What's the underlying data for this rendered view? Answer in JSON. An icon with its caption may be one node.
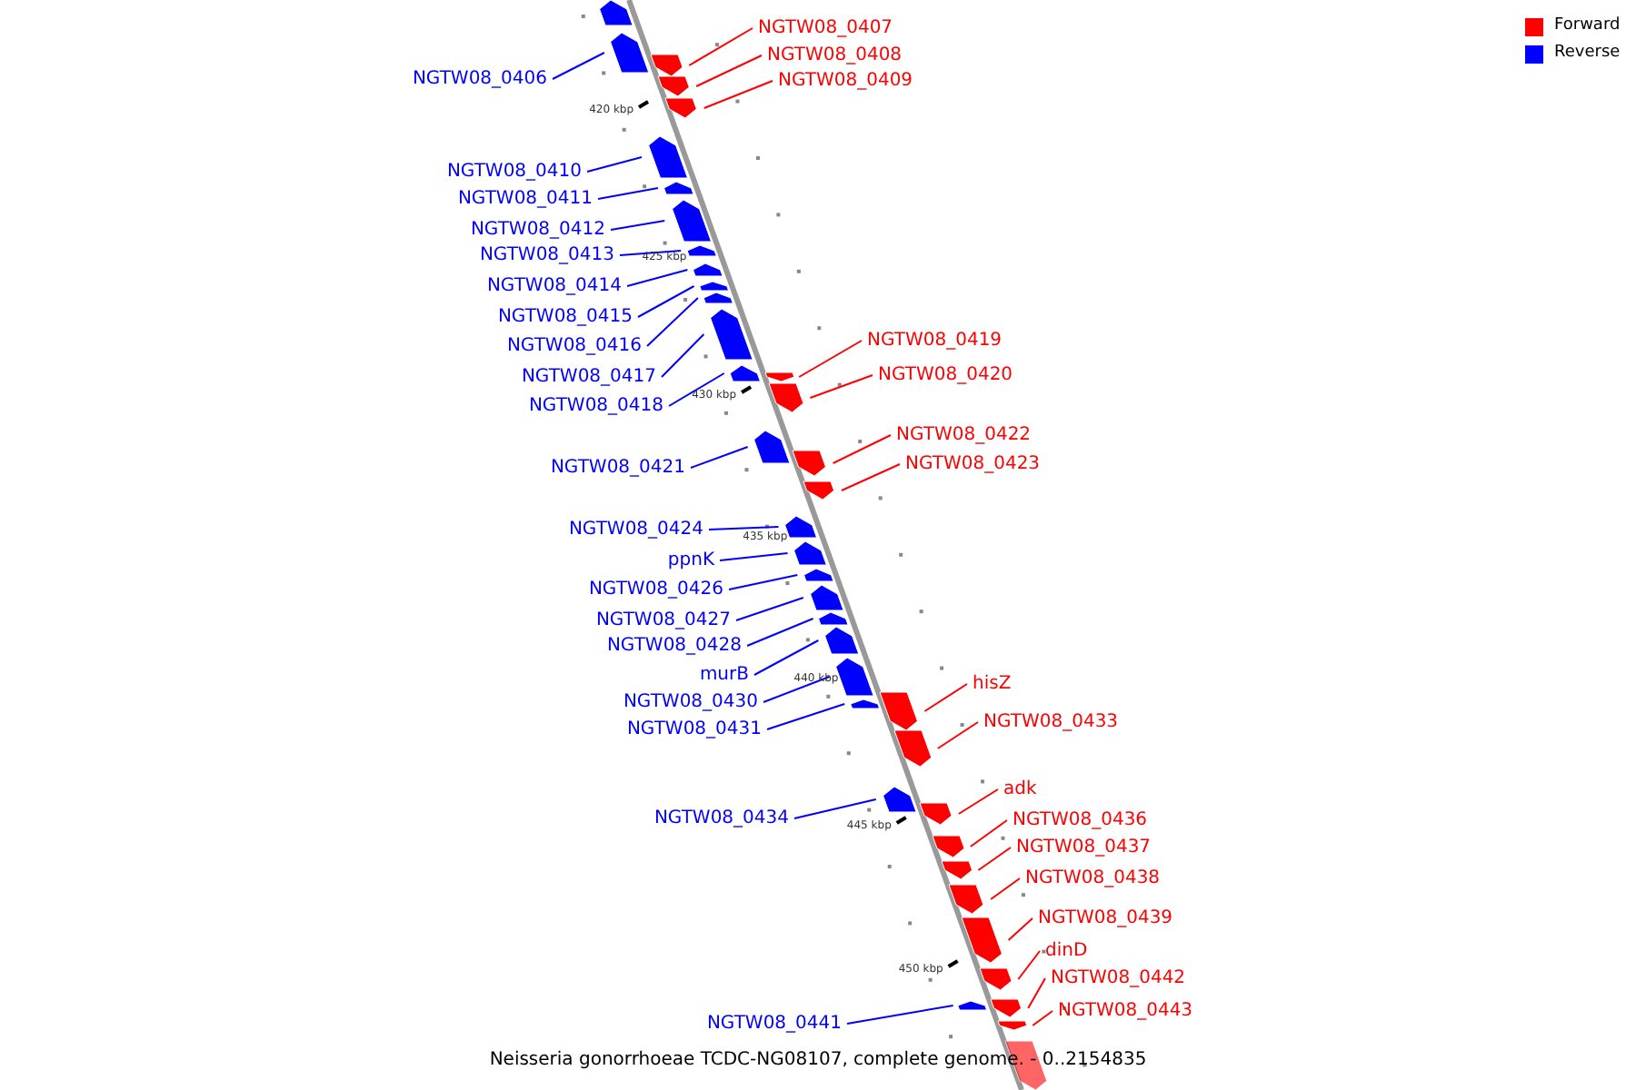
{
  "diagram": {
    "caption": "Neisseria gonorrhoeae TCDC-NG08107, complete genome. - 0..2154835",
    "nodes": [
      {
        "text": [
          "NGTW08_0407"
        ]
      },
      {
        "text": [],
        "shape": "arrow"
      },
      {
        "text": [
          "NGTW08_0408"
        ]
      },
      {
        "text": [],
        "shape": "arrow"
      },
      {
        "text": [
          "NGTW08_0406"
        ]
      },
      {
        "text": [],
        "shape": "arrow"
      },
      {
        "text": [
          "NGTW08_0409"
        ]
      },
      {
        "text": [],
        "shape": "arrow"
      },
      {
        "text": [
          "NGTW08_0410"
        ]
      },
      {
        "text": [],
        "shape": "arrow"
      },
      {
        "text": [
          "NGTW08_0411"
        ]
      },
      {
        "text": [],
        "shape": "arrow"
      },
      {
        "text": [
          "NGTW08_0412"
        ]
      },
      {
        "text": [],
        "shape": "arrow"
      },
      {
        "text": [
          "NGTW08_0413"
        ]
      },
      {
        "text": [],
        "shape": "arrow"
      },
      {
        "text": [
          "NGTW08_0414"
        ]
      },
      {
        "text": [],
        "shape": "arrow"
      },
      {
        "text": [
          "NGTW08_0415"
        ]
      },
      {
        "text": [],
        "shape": "arrow"
      },
      {
        "text": [
          "NGTW08_0419"
        ]
      },
      {
        "text": [],
        "shape": "arrow"
      },
      {
        "text": [
          "NGTW08_0416"
        ]
      },
      {
        "text": [],
        "shape": "arrow"
      },
      {
        "text": [
          "NGTW08_0420"
        ]
      },
      {
        "text": [],
        "shape": "arrow"
      },
      {
        "text": [
          "NGTW08_0417"
        ]
      },
      {
        "text": [],
        "shape": "arrow"
      },
      {
        "text": [
          "NGTW08_0418"
        ]
      },
      {
        "text": [],
        "shape": "arrow"
      },
      {
        "text": [
          "NGTW08_0422"
        ]
      },
      {
        "text": [],
        "shape": "arrow"
      },
      {
        "text": [
          "NGTW08_0423"
        ]
      },
      {
        "text": [],
        "shape": "arrow"
      },
      {
        "text": [
          "NGTW08_0421"
        ]
      },
      {
        "text": [],
        "shape": "arrow"
      },
      {
        "text": [
          "NGTW08_0424"
        ]
      },
      {
        "text": [],
        "shape": "arrow"
      },
      {
        "text": [
          "ppnK"
        ]
      },
      {
        "text": [],
        "shape": "arrow"
      },
      {
        "text": [
          "NGTW08_0426"
        ]
      },
      {
        "text": [],
        "shape": "arrow"
      },
      {
        "text": [
          "NGTW08_0427"
        ]
      },
      {
        "text": [],
        "shape": "arrow"
      },
      {
        "text": [
          "NGTW08_0428"
        ]
      },
      {
        "text": [],
        "shape": "arrow"
      },
      {
        "text": [
          "murB"
        ]
      },
      {
        "text": [],
        "shape": "arrow"
      },
      {
        "text": [
          "hisZ"
        ]
      },
      {
        "text": [],
        "shape": "arrow"
      },
      {
        "text": [
          "NGTW08_0430"
        ]
      },
      {
        "text": [],
        "shape": "arrow"
      },
      {
        "text": [
          "NGTW08_0433"
        ]
      },
      {
        "text": [],
        "shape": "arrow"
      },
      {
        "text": [
          "NGTW08_0431"
        ]
      },
      {
        "text": [],
        "shape": "arrow"
      },
      {
        "text": [
          "adk"
        ]
      },
      {
        "text": [],
        "shape": "arrow"
      },
      {
        "text": [
          "NGTW08_0434"
        ]
      },
      {
        "text": [],
        "shape": "arrow"
      },
      {
        "text": [
          "NGTW08_0436"
        ]
      },
      {
        "text": [],
        "shape": "arrow"
      },
      {
        "text": [
          "NGTW08_0437"
        ]
      },
      {
        "text": [],
        "shape": "arrow"
      },
      {
        "text": [
          "NGTW08_0438"
        ]
      },
      {
        "text": [],
        "shape": "arrow"
      },
      {
        "text": [
          "NGTW08_0439"
        ]
      },
      {
        "text": [],
        "shape": "arrow"
      },
      {
        "text": [
          "dinD"
        ]
      },
      {
        "text": [],
        "shape": "arrow"
      },
      {
        "text": [
          "NGTW08_0442"
        ]
      },
      {
        "text": [],
        "shape": "arrow"
      },
      {
        "text": [
          "NGTW08_0443"
        ]
      },
      {
        "text": [],
        "shape": "arrow"
      },
      {
        "text": [
          "NGTW08_0441"
        ]
      },
      {
        "text": [],
        "shape": "arrow"
      },
      {
        "text": [],
        "shape": "arrow"
      },
      {
        "text": [],
        "shape": "arrow"
      }
    ],
    "edges": [
      {
        "from": 0,
        "to": 1,
        "arrow": "none",
        "color": "#ff0000"
      },
      {
        "from": 2,
        "to": 3,
        "arrow": "none",
        "color": "#ff0000"
      },
      {
        "from": 4,
        "to": 5,
        "arrow": "none"
      },
      {
        "from": 6,
        "to": 7,
        "arrow": "none",
        "color": "#ff0000"
      },
      {
        "from": 8,
        "to": 9,
        "arrow": "none"
      },
      {
        "from": 10,
        "to": 11,
        "arrow": "none"
      },
      {
        "from": 12,
        "to": 13,
        "arrow": "none"
      },
      {
        "from": 14,
        "to": 15,
        "arrow": "none"
      },
      {
        "from": 16,
        "to": 17,
        "arrow": "none"
      },
      {
        "from": 18,
        "to": 19,
        "arrow": "none"
      },
      {
        "from": 20,
        "to": 21,
        "arrow": "none",
        "color": "#ff0000"
      },
      {
        "from": 22,
        "to": 23,
        "arrow": "none"
      },
      {
        "from": 24,
        "to": 25,
        "arrow": "none",
        "color": "#ff0000"
      },
      {
        "from": 26,
        "to": 27,
        "arrow": "none"
      },
      {
        "from": 28,
        "to": 29,
        "arrow": "none"
      },
      {
        "from": 30,
        "to": 31,
        "arrow": "none",
        "color": "#ff0000"
      },
      {
        "from": 32,
        "to": 33,
        "arrow": "none",
        "color": "#ff0000"
      },
      {
        "from": 34,
        "to": 35,
        "arrow": "none"
      },
      {
        "from": 36,
        "to": 37,
        "arrow": "none"
      },
      {
        "from": 38,
        "to": 39,
        "arrow": "none"
      },
      {
        "from": 40,
        "to": 41,
        "arrow": "none"
      },
      {
        "from": 42,
        "to": 43,
        "arrow": "none"
      },
      {
        "from": 44,
        "to": 45,
        "arrow": "none"
      },
      {
        "from": 46,
        "to": 47,
        "arrow": "none"
      },
      {
        "from": 48,
        "to": 49,
        "arrow": "none",
        "color": "#ff0000"
      },
      {
        "from": 50,
        "to": 51,
        "arrow": "none"
      },
      {
        "from": 52,
        "to": 53,
        "arrow": "none",
        "color": "#ff0000"
      },
      {
        "from": 54,
        "to": 55,
        "arrow": "none"
      },
      {
        "from": 56,
        "to": 57,
        "arrow": "none",
        "color": "#ff0000"
      },
      {
        "from": 58,
        "to": 59,
        "arrow": "none"
      },
      {
        "from": 60,
        "to": 61,
        "arrow": "none",
        "color": "#ff0000"
      },
      {
        "from": 62,
        "to": 63,
        "arrow": "none",
        "color": "#ff0000"
      },
      {
        "from": 64,
        "to": 65,
        "arrow": "none",
        "color": "#ff0000"
      },
      {
        "from": 66,
        "to": 67,
        "arrow": "none",
        "color": "#ff0000"
      },
      {
        "from": 68,
        "to": 69,
        "arrow": "none",
        "color": "#ff0000"
      },
      {
        "from": 70,
        "to": 71,
        "arrow": "none",
        "color": "#ff0000"
      },
      {
        "from": 72,
        "to": 73,
        "arrow": "none",
        "color": "#ff0000"
      },
      {
        "from": 74,
        "to": 75,
        "arrow": "none"
      }
    ],
    "labels": [
      "420 kbp",
      "425 kbp",
      "430 kbp",
      "435 kbp",
      "440 kbp",
      "445 kbp",
      "450 kbp"
    ],
    "legend": [
      {
        "text": "Forward",
        "color": "#ff0000"
      },
      {
        "text": "Reverse",
        "color": "#0000ff"
      }
    ]
  }
}
